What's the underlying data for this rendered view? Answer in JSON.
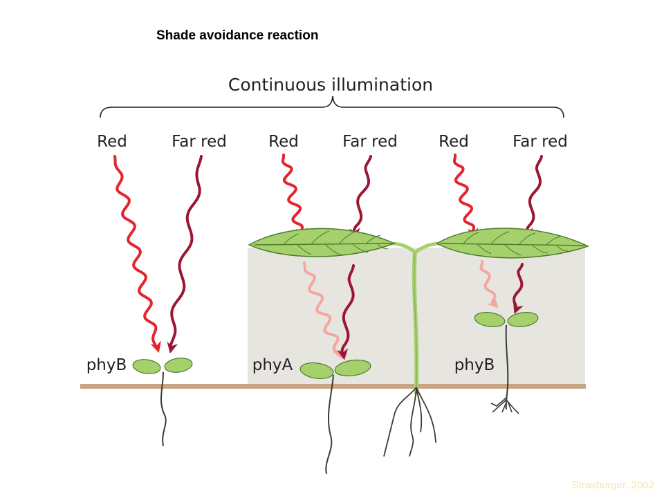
{
  "slide": {
    "title": "Shade avoidance reaction",
    "credit": "Strasburger, 2002"
  },
  "diagram": {
    "heading": "Continuous illumination",
    "light_labels": [
      "Red",
      "Far red",
      "Red",
      "Far red",
      "Red",
      "Far red"
    ],
    "receptor_labels": [
      "phyB",
      "phyA",
      "phyB"
    ]
  },
  "colors": {
    "red_light": "#e4232b",
    "far_red_light": "#9b1535",
    "filtered_red_light": "#f4a6a0",
    "leaf": "#a6d06c",
    "leaf_vein": "#4b7c2e",
    "canopy_shade": "#e6e5e0",
    "soil": "#c9a586",
    "root": "#3b3b35"
  }
}
